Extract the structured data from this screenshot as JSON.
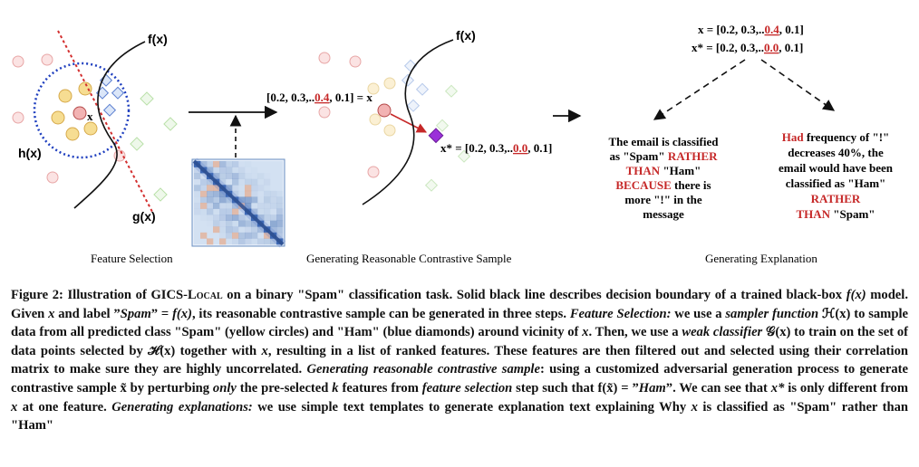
{
  "figure": {
    "panel1": {
      "fx_label": "f(x)",
      "hx_label": "h(x)",
      "gx_label": "g(x)",
      "x_label": "x",
      "caption": "Feature Selection"
    },
    "panel2": {
      "fx_label": "f(x)",
      "vec_x_pre": "[0.2, 0.3,..",
      "vec_x_red": "0.4",
      "vec_x_post": ", 0.1] = x",
      "vec_xs_pre": "x* = [0.2, 0.3,..",
      "vec_xs_red": "0.0",
      "vec_xs_post": ", 0.1]",
      "caption": "Generating Reasonable Contrastive Sample"
    },
    "panel3": {
      "x_pre": "x = [0.2, 0.3,..",
      "x_red": "0.4",
      "x_post": ", 0.1]",
      "xs_pre": "x* = [0.2, 0.3,..",
      "xs_red": "0.0",
      "xs_post": ", 0.1]",
      "left_l1": "The email  is classified",
      "left_l2_a": "as \"Spam\" ",
      "left_l2_b": "RATHER",
      "left_l3_a": "THAN",
      "left_l3_b": " \"Ham\"",
      "left_l4_a": "BECAUSE",
      "left_l4_b": " there is",
      "left_l5": "more \"!\" in the",
      "left_l6": "message",
      "right_l1_a": "Had",
      "right_l1_b": " frequency of \"!\"",
      "right_l2": "decreases 40%, the",
      "right_l3": "email would have been",
      "right_l4": "classified as \"Ham\"",
      "right_l5": "RATHER",
      "right_l6_a": "THAN",
      "right_l6_b": " \"Spam\"",
      "caption": "Generating Explanation"
    },
    "colors": {
      "red": "#c62828",
      "blue_dots": "#1f3fbf",
      "yellow": "#f3d27a",
      "pink": "#f2b3b3",
      "diamond_blue": "#9fb8e6",
      "diamond_green": "#b9e0a8",
      "purple": "#9b30d9"
    }
  },
  "caption": {
    "p1": "Figure 2: Illustration of GICS-",
    "p1_sc": "Local",
    "p2": " on a binary \"Spam\" classification task. Solid black line describes decision boundary of a trained black-box ",
    "p3": "f(x)",
    "p4": " model. Given ",
    "p5": "x",
    "p6": " and label ”",
    "p7": "Spam",
    "p8": "” = ",
    "p9": "f(x)",
    "p10": ", its reasonable contrastive sample can be generated in three steps. ",
    "p11": "Feature Selection:",
    "p12": " we use a ",
    "p13": "sampler function",
    "p14": " ℋ(x) to sample data from all predicted class \"Spam\" (yellow circles) and \"Ham\" (blue diamonds) around vicinity of ",
    "p15": "x",
    "p16": ". Then, we use a ",
    "p17": "weak classifier",
    "p18": " 𝒢(x) to train on the set of data points selected by ℋ(x) together with ",
    "p19": "x",
    "p20": ", resulting in a list of ranked features. These features are then filtered out and selected using their correlation matrix to make sure they are highly uncorrelated. ",
    "p21": "Generating reasonable contrastive sample",
    "p22": ": using a customized adversarial generation process to generate contrastive sample x̃ by perturbing ",
    "p23": "only",
    "p24": " the pre-selected ",
    "p25": "k",
    "p26": " features from ",
    "p27": "feature selection",
    "p28": " step such that f(x̃) = ”",
    "p29": "Ham",
    "p30": "”. We can see that ",
    "p31": "x*",
    "p32": " is only different from ",
    "p33": "x",
    "p34": " at one feature. ",
    "p35": "Generating explanations:",
    "p36": " we use simple text templates to generate explanation text explaining Why ",
    "p37": "x",
    "p38": " is classified as \"Spam\" rather than \"Ham\""
  }
}
